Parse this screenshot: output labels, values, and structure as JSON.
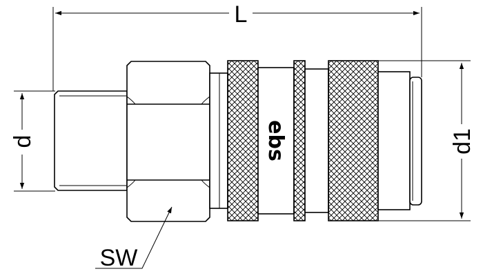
{
  "drawing": {
    "dimensions": {
      "length_label": "L",
      "thread_label": "d",
      "outer_label": "d1",
      "wrench_label": "SW"
    },
    "logo_text": "ebs",
    "colors": {
      "line": "#000000",
      "background": "#ffffff"
    }
  }
}
